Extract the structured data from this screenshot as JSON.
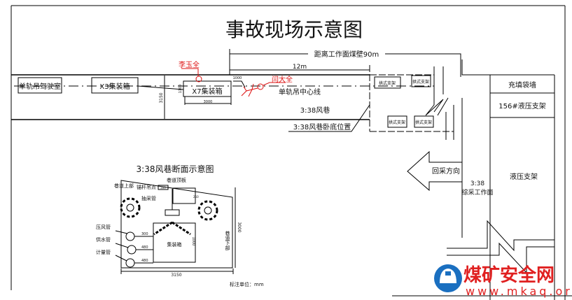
{
  "title": "事故现场示意图",
  "plan": {
    "distance_label": "距离工作面煤壁90m",
    "dist12": "12m",
    "box_driver": "单轨吊驾驶室",
    "box_x3": "X3集装箱",
    "box_x7": "X7集装箱",
    "dim_3150": "3150",
    "dim_1100": "1100",
    "dim_3000": "3000",
    "dim_1000": "1000",
    "person1": "李玉全",
    "person2": "闫大全",
    "centerline": "单轨吊中心线",
    "roadway": "3:38风巷",
    "floor_pos": "3:38风巷卧底位置",
    "arch_support": "拱式支架",
    "fill_wall": "充填袋墙",
    "support156": "156#液压支架",
    "direction": "回采方向",
    "face_line1": "3:38",
    "face_line2": "综采工作面",
    "hyd_support": "液压支架"
  },
  "section": {
    "title": "3:38风巷断面示意图",
    "roof": "巷道顶板",
    "upper": "巷道上部",
    "lower": "巷道下部",
    "anchor_point": "锚杆吊点",
    "drain_pipe": "抽采管",
    "air_pipe": "压风管",
    "water_pipe": "供水管",
    "meter_pipe": "计量管",
    "container": "集装箱",
    "dims": [
      "300",
      "480",
      "480",
      "1000",
      "3000",
      "3150",
      "300",
      "250"
    ],
    "unit": "标注单位：mm"
  },
  "watermark": {
    "name": "煤矿安全网",
    "url": "www.mkaq.org",
    "color": "#e02020",
    "logo_color": "#1a6fc0"
  }
}
